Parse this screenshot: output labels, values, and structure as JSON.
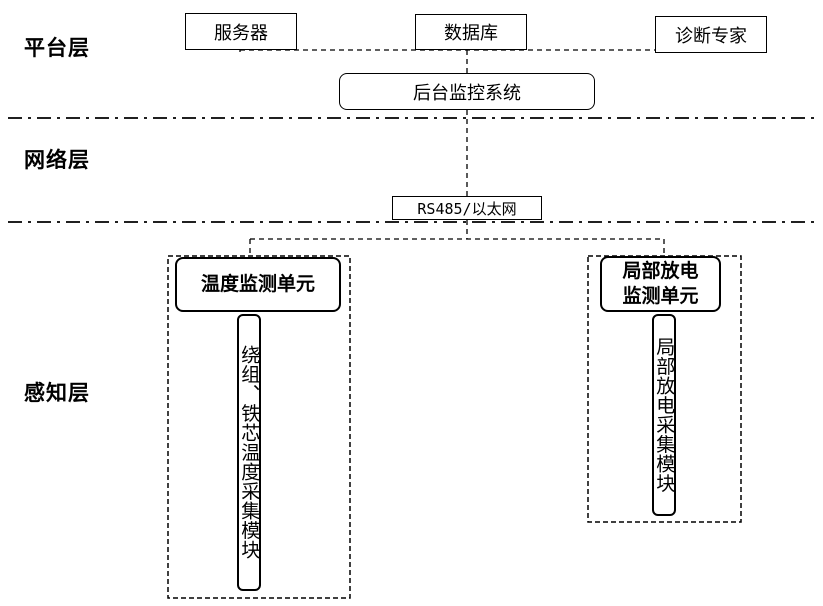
{
  "layers": {
    "platform": "平台层",
    "network": "网络层",
    "sensing": "感知层"
  },
  "platform": {
    "server": "服务器",
    "database": "数据库",
    "expert": "诊断专家",
    "backend": "后台监控系统"
  },
  "network": {
    "link_label": "RS485/以太网"
  },
  "sensing": {
    "temp_unit": "温度监测单元",
    "temp_module": "绕组、铁芯温度采集模块",
    "pd_unit_line1": "局部放电",
    "pd_unit_line2": "监测单元",
    "pd_module": "局部放电采集模块"
  }
}
